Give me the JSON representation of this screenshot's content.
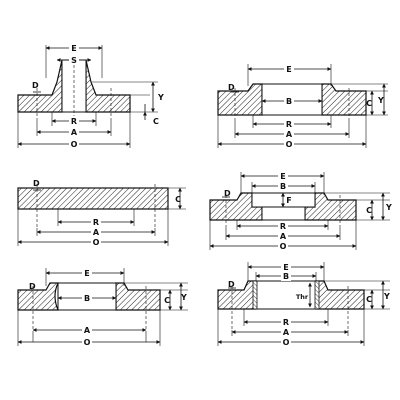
{
  "labels": {
    "A": "A",
    "B": "B",
    "C": "C",
    "D": "D",
    "E": "E",
    "F": "F",
    "O": "O",
    "R": "R",
    "S": "S",
    "Y": "Y",
    "Thr": "Thr"
  },
  "views": [
    "weld-neck-flange",
    "slip-on-flange",
    "blind-flange",
    "socket-weld-flange",
    "lap-joint-flange",
    "threaded-flange"
  ]
}
